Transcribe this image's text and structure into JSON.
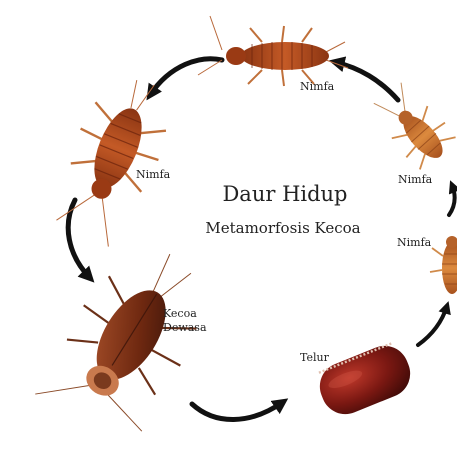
{
  "diagram": {
    "title": "Daur Hidup",
    "subtitle": "Metamorfosis Kecoa"
  },
  "stages": {
    "nymph_top": "Nimfa",
    "nymph_left": "Nimfa",
    "nymph_right_upper": "Nimfa",
    "nymph_right_lower": "Nimfa",
    "adult_line1": "Kecoa",
    "adult_line2": "Dewasa",
    "egg": "Telur"
  },
  "colors": {
    "arrow": "#111111",
    "nymph_body": "#b5481f",
    "nymph_dark": "#7a2a10",
    "nymph_light": "#c9702f",
    "adult_body": "#8e3b1a",
    "adult_dark": "#4e1c0c",
    "egg_body": "#7b1812",
    "egg_highlight": "#b8342a",
    "leg": "#c0703a"
  }
}
